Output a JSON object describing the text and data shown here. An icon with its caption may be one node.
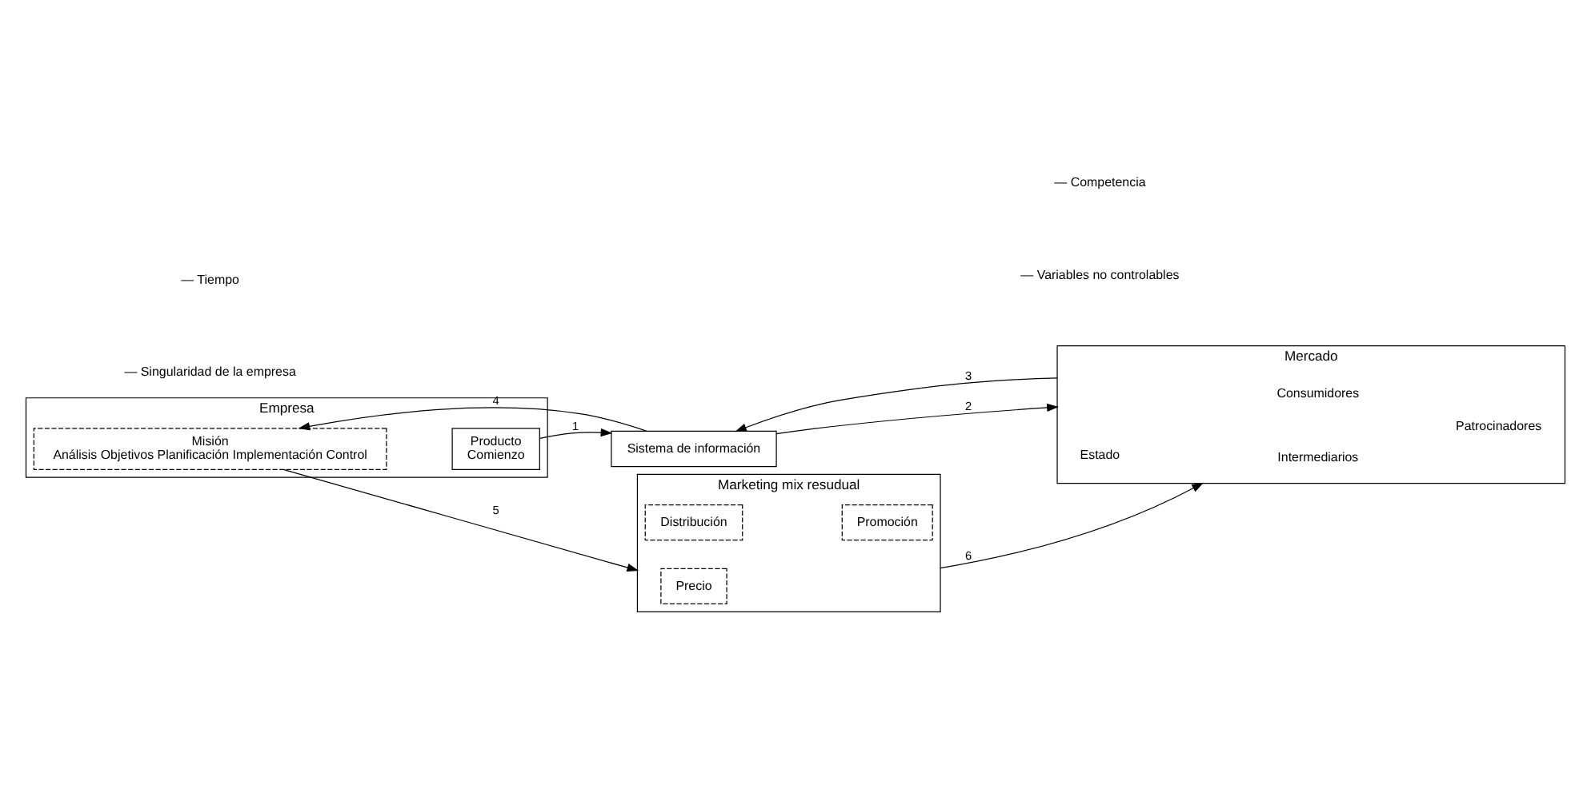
{
  "diagram": {
    "nodes": [
      {
        "text": [
          "Empresa"
        ]
      },
      {
        "text": [
          "Misión",
          "Análisis Objetivos Planificación Implementación Control"
        ],
        "in": 0
      },
      {
        "text": [
          "Producto",
          "Comienzo"
        ],
        "in": 0
      },
      {
        "text": [
          "Sistema de información"
        ]
      },
      {
        "text": [
          "Mercado"
        ]
      },
      {
        "text": [
          "Consumidores"
        ],
        "in": 4
      },
      {
        "text": [
          "Estado"
        ],
        "in": 4
      },
      {
        "text": [
          "Patrocinadores"
        ],
        "in": 4
      },
      {
        "text": [
          "Intermediarios"
        ],
        "in": 4
      },
      {
        "text": [
          "Marketing mix resudual"
        ]
      },
      {
        "text": [
          "Precio"
        ],
        "in": 9
      },
      {
        "text": [
          "Distribución"
        ],
        "in": 9
      },
      {
        "text": [
          "Promoción"
        ],
        "in": 9
      }
    ],
    "edges": [
      {
        "from": 2,
        "to": 3,
        "arrow": "to",
        "label": "1"
      },
      {
        "from": 3,
        "to": 4,
        "arrow": "to",
        "label": "2"
      },
      {
        "from": 4,
        "to": 3,
        "arrow": "to",
        "label": "3"
      },
      {
        "from": 3,
        "to": 1,
        "arrow": "to",
        "label": "4"
      },
      {
        "from": 1,
        "to": 9,
        "arrow": "to",
        "label": "5"
      },
      {
        "from": 9,
        "to": 4,
        "arrow": "to",
        "label": "6"
      }
    ],
    "labels": [
      "— Tiempo",
      "— Singularidad de la empresa",
      "— Competencia",
      "— Variables no controlables"
    ]
  }
}
